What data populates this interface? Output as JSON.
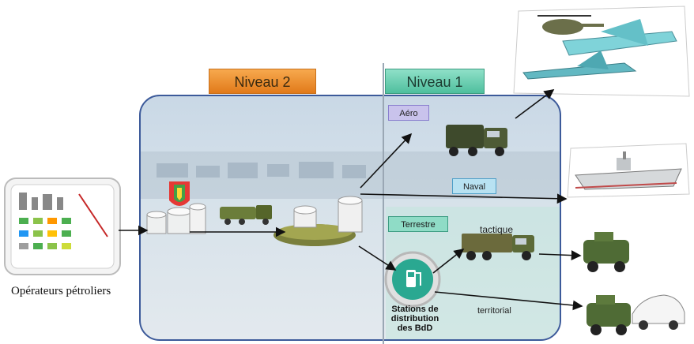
{
  "levels": {
    "niveau2": "Niveau 2",
    "niveau1": "Niveau 1"
  },
  "boxes": {
    "aero": "Aéro",
    "naval": "Naval",
    "terrestre": "Terrestre"
  },
  "labels": {
    "tactique": "tactique",
    "territorial": "territorial",
    "stations": [
      "Stations de",
      "distribution",
      "des BdD"
    ],
    "operateurs": "Opérateurs pétroliers"
  },
  "colors": {
    "panel_border": "#3c5a9a",
    "niveau2_fill": "#f29a3a",
    "niveau1_fill": "#6fd0b4",
    "arrow": "#111111"
  },
  "icons": [
    "refinery-icon",
    "fuel-depot-icon",
    "fuel-truck-icon",
    "fuel-bladder-icon",
    "fuel-tanks-icon",
    "military-truck-icon",
    "helicopter-icon",
    "transport-aircraft-icon",
    "fighter-jet-icon",
    "warship-icon",
    "armored-vehicle-icon",
    "car-icon",
    "fuel-pump-icon",
    "army-badge-icon"
  ]
}
